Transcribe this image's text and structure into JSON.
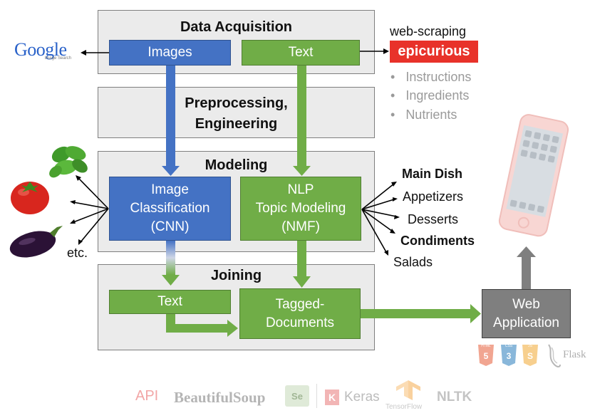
{
  "panels": {
    "acquisition": "Data Acquisition",
    "preprocessing_line1": "Preprocessing,",
    "preprocessing_line2": "Engineering",
    "modeling": "Modeling",
    "joining": "Joining"
  },
  "boxes": {
    "images": "Images",
    "text_top": "Text",
    "image_classification": [
      "Image",
      "Classification",
      "(CNN)"
    ],
    "nlp": [
      "NLP",
      "Topic Modeling",
      "(NMF)"
    ],
    "text_join": "Text",
    "tagged_documents": [
      "Tagged-",
      "Documents"
    ],
    "web_application": [
      "Web",
      "Application"
    ]
  },
  "sources": {
    "google_logo": "Google",
    "google_sub": "Image Search",
    "web_scraping": "web-scraping",
    "epicurious": "epicurious"
  },
  "scraped_fields": [
    "Instructions",
    "Ingredients",
    "Nutrients"
  ],
  "image_outputs": {
    "etc": "etc."
  },
  "categories": [
    "Main Dish",
    "Appetizers",
    "Desserts",
    "Condiments",
    "Salads"
  ],
  "web_tech": {
    "html": "HTML",
    "css": "CSS",
    "js": "JS",
    "flask": "Flask"
  },
  "tools": [
    "API",
    "BeautifulSoup",
    "Se",
    "Keras",
    "TensorFlow",
    "NLTK"
  ],
  "colors": {
    "blue": "#4472c4",
    "green": "#70ad47",
    "gray": "#7f7f7f",
    "epicurious_red": "#e8322a"
  },
  "icons": [
    "basil-icon",
    "tomato-icon",
    "eggplant-icon",
    "smartphone-icon",
    "html5-icon",
    "css3-icon",
    "js-icon",
    "flask-icon",
    "selenium-icon",
    "keras-icon",
    "tensorflow-icon"
  ]
}
